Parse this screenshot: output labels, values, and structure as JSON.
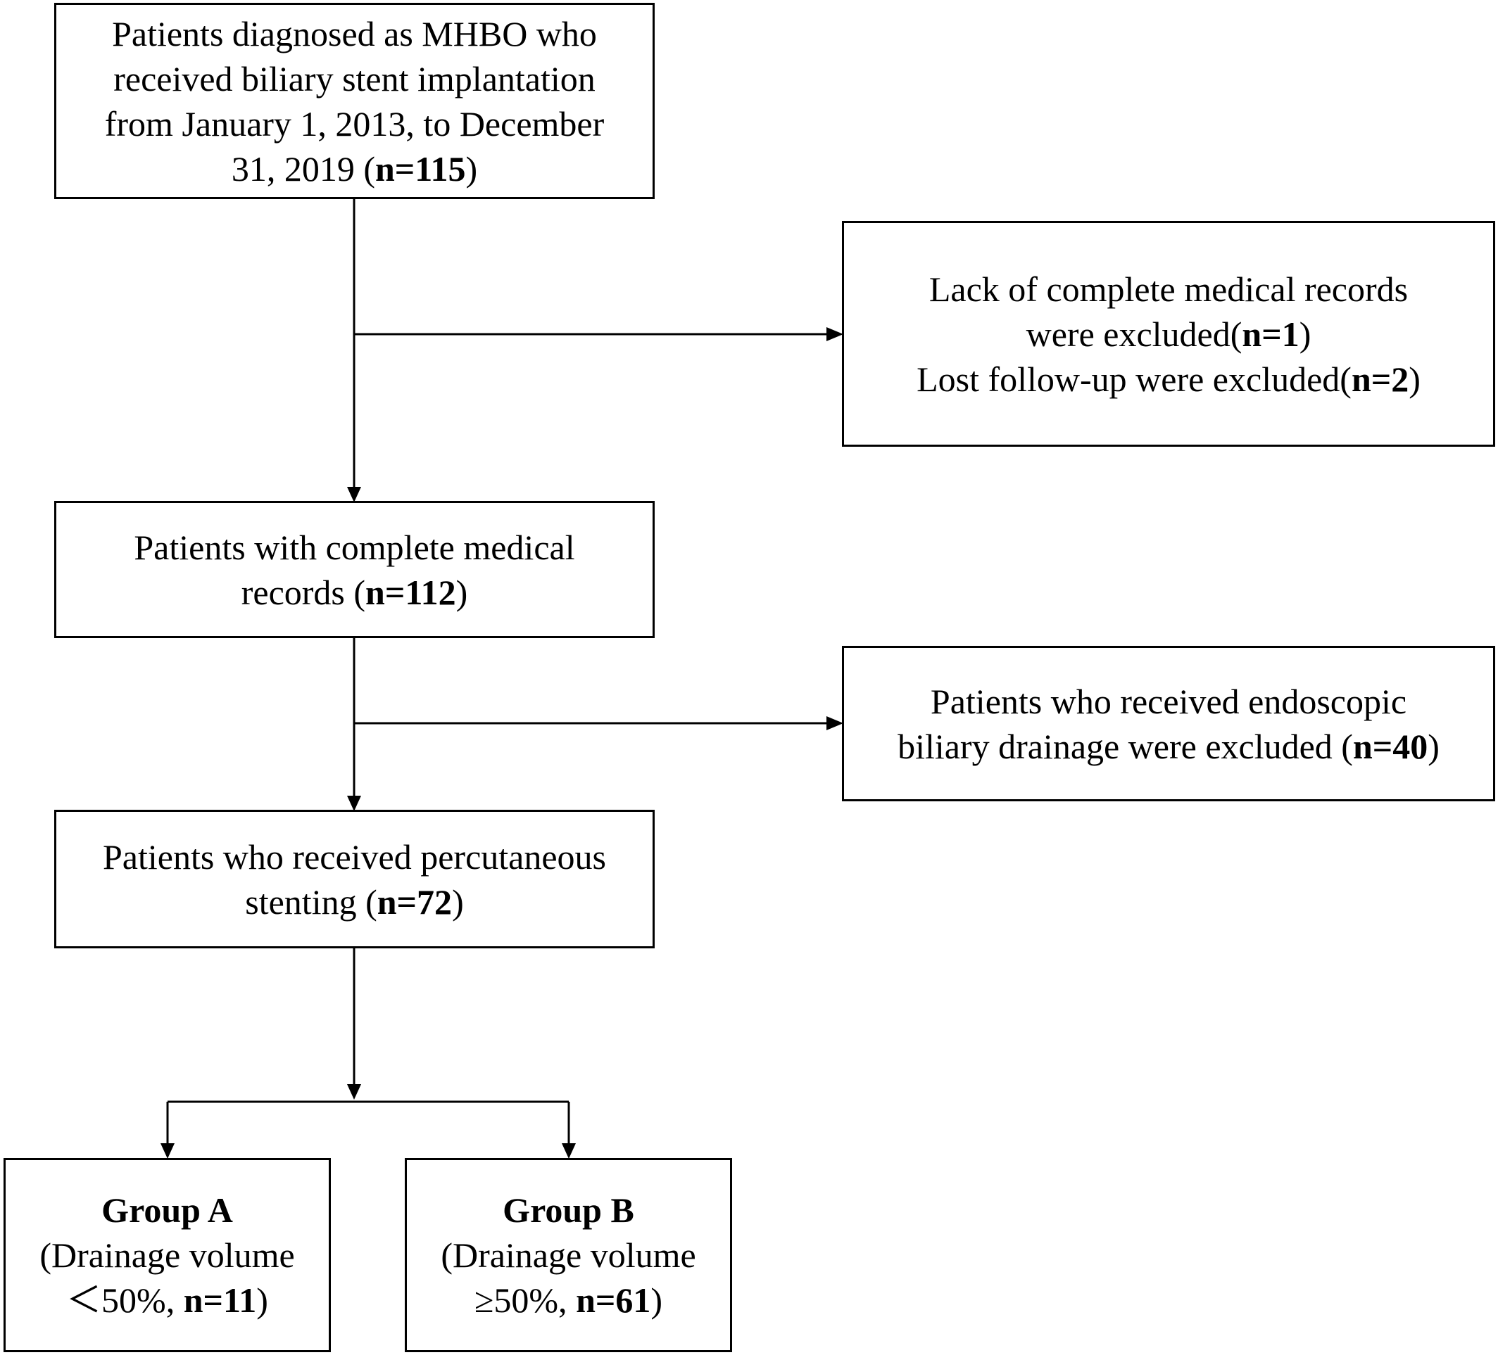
{
  "boxes": {
    "initial": {
      "line1": "Patients diagnosed as MHBO who",
      "line2": "received biliary stent implantation",
      "line3": "from January 1, 2013, to December",
      "line4_prefix": "31, 2019 (",
      "line4_count": "n=115",
      "line4_suffix": ")"
    },
    "exclusion_1": {
      "line1": "Lack of complete medical records",
      "line2_prefix": "were excluded(",
      "line2_count": "n=1",
      "line2_suffix": ")",
      "line3_prefix": "Lost follow-up were excluded(",
      "line3_count": "n=2",
      "line3_suffix": ")"
    },
    "complete_records": {
      "line1": "Patients with complete medical",
      "line2_prefix": "records (",
      "line2_count": "n=112",
      "line2_suffix": ")"
    },
    "exclusion_2": {
      "line1": "Patients who received endoscopic",
      "line2_prefix": "biliary drainage were excluded (",
      "line2_count": "n=40",
      "line2_suffix": ")"
    },
    "percutaneous": {
      "line1": "Patients who received percutaneous",
      "line2_prefix": "stenting (",
      "line2_count": "n=72",
      "line2_suffix": ")"
    },
    "group_a": {
      "title": "Group A",
      "line2": "(Drainage volume",
      "line3_prefix": "＜50%, ",
      "line3_count": "n=11",
      "line3_suffix": ")"
    },
    "group_b": {
      "title": "Group B",
      "line2": "(Drainage volume",
      "line3_prefix": "≥50%, ",
      "line3_count": "n=61",
      "line3_suffix": ")"
    }
  }
}
